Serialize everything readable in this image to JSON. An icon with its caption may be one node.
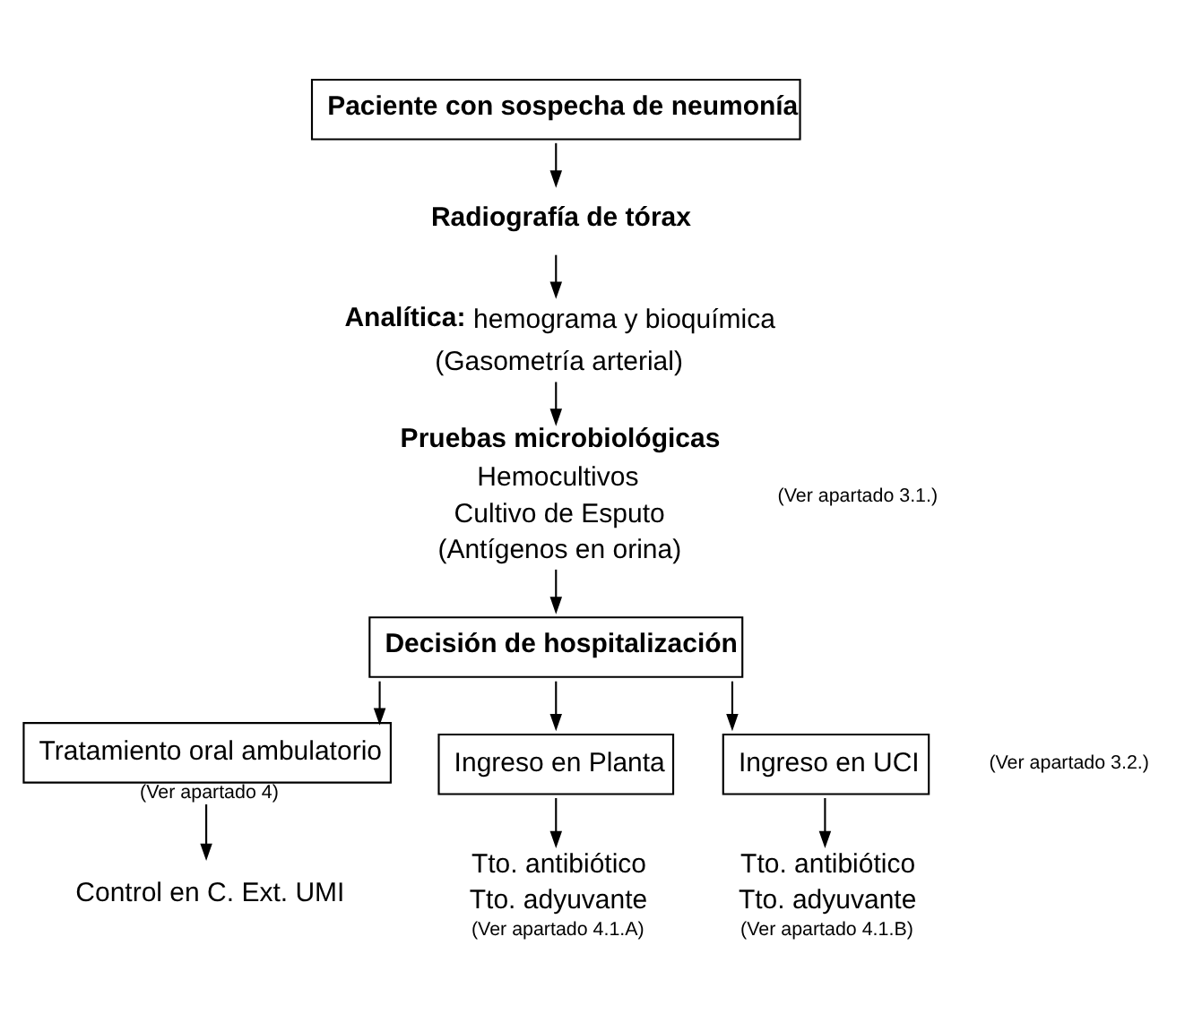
{
  "diagram": {
    "nodes": [
      {
        "text": [
          "Paciente con sospecha de neumonía"
        ]
      },
      {
        "text": [
          "Radiografía de tórax"
        ]
      },
      {
        "text": [
          "**Analítica:** hemograma y bioquímica",
          "(Gasometría arterial)"
        ]
      },
      {
        "text": [
          "Pruebas microbiológicas",
          "Hemocultivos",
          "Cultivo de Esputo",
          "(Antígenos en orina)"
        ]
      },
      {
        "text": [
          "Decisión de hospitalización"
        ]
      },
      {
        "text": [
          "Tratamiento oral ambulatorio"
        ],
        "beside": [
          "(Ver apartado 4)"
        ]
      },
      {
        "text": [
          "Control en C. Ext. UMI"
        ]
      },
      {
        "text": [
          "Ingreso en Planta"
        ]
      },
      {
        "text": [
          "Ingreso en UCI"
        ]
      },
      {
        "text": [
          "Tto. antibiótico",
          "Tto. adyuvante"
        ],
        "beside": [
          "(Ver apartado 4.1.A)"
        ]
      },
      {
        "text": [
          "Tto. antibiótico",
          "Tto. adyuvante"
        ],
        "beside": [
          "(Ver apartado 4.1.B)"
        ]
      }
    ],
    "edges": [
      {
        "from": 0,
        "to": 1,
        "arrow": "to"
      },
      {
        "from": 1,
        "to": 2,
        "arrow": "to"
      },
      {
        "from": 2,
        "to": 3,
        "arrow": "to"
      },
      {
        "from": 3,
        "to": 4,
        "arrow": "to"
      },
      {
        "from": 4,
        "to": 5,
        "arrow": "to"
      },
      {
        "from": 4,
        "to": 7,
        "arrow": "to"
      },
      {
        "from": 4,
        "to": 8,
        "arrow": "to"
      },
      {
        "from": 5,
        "to": 6,
        "arrow": "to"
      },
      {
        "from": 7,
        "to": 9,
        "arrow": "to"
      },
      {
        "from": 8,
        "to": 10,
        "arrow": "to"
      }
    ],
    "labels": [
      "(Ver apartado 3.1.)",
      "(Ver apartado 3.2.)"
    ]
  }
}
